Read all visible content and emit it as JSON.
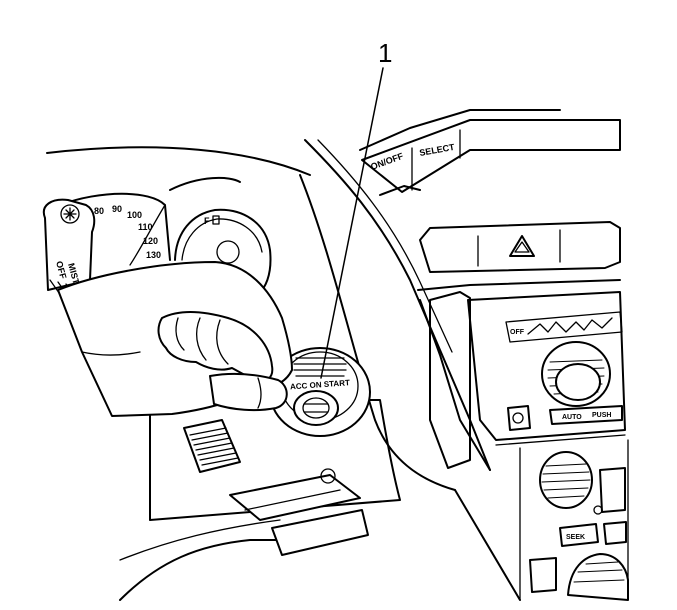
{
  "callout": {
    "number": "1"
  },
  "gauge": {
    "ticks": [
      "80",
      "90",
      "100",
      "110",
      "120",
      "130"
    ],
    "fuel_letter": "F"
  },
  "stalk": {
    "labels": [
      "OFF",
      "MIST"
    ]
  },
  "ignition": {
    "positions": "ACC  ON  START"
  },
  "radio": {
    "onoff_label": "ON/OFF",
    "select_label": "SELECT"
  },
  "climate": {
    "off_label": "OFF",
    "auto_label": "AUTO",
    "push_label": "PUSH"
  },
  "audio": {
    "seek_label": "SEEK"
  }
}
